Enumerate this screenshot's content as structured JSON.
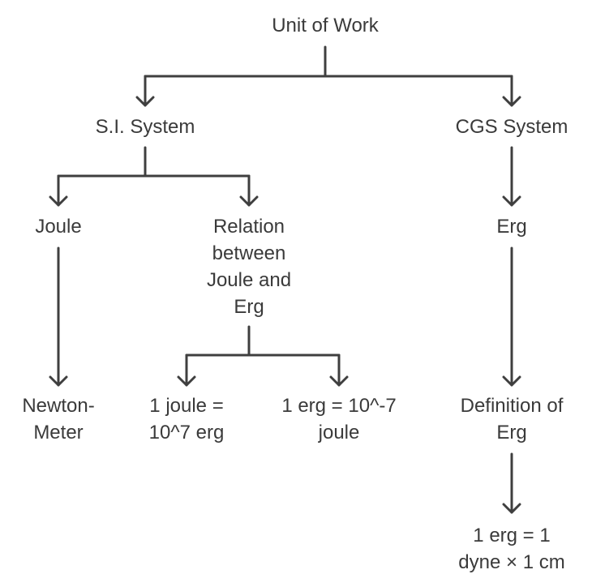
{
  "nodes": {
    "root": "Unit of Work",
    "si_system": "S.I. System",
    "cgs_system": "CGS System",
    "joule": "Joule",
    "relation": "Relation\nbetween\nJoule and\nErg",
    "erg": "Erg",
    "newton_meter": "Newton-\nMeter",
    "joule_to_erg": "1 joule =\n10^7 erg",
    "erg_to_joule": "1 erg = 10^-7\njoule",
    "definition_of_erg": "Definition of\nErg",
    "erg_formula": "1 erg = 1\ndyne × 1 cm"
  },
  "edges": [
    [
      "root",
      "si_system"
    ],
    [
      "root",
      "cgs_system"
    ],
    [
      "si_system",
      "joule"
    ],
    [
      "si_system",
      "relation"
    ],
    [
      "cgs_system",
      "erg"
    ],
    [
      "joule",
      "newton_meter"
    ],
    [
      "relation",
      "joule_to_erg"
    ],
    [
      "relation",
      "erg_to_joule"
    ],
    [
      "erg",
      "definition_of_erg"
    ],
    [
      "definition_of_erg",
      "erg_formula"
    ]
  ],
  "colors": {
    "text": "#3a3a3a",
    "line": "#3f3f3f",
    "background": "#ffffff"
  }
}
